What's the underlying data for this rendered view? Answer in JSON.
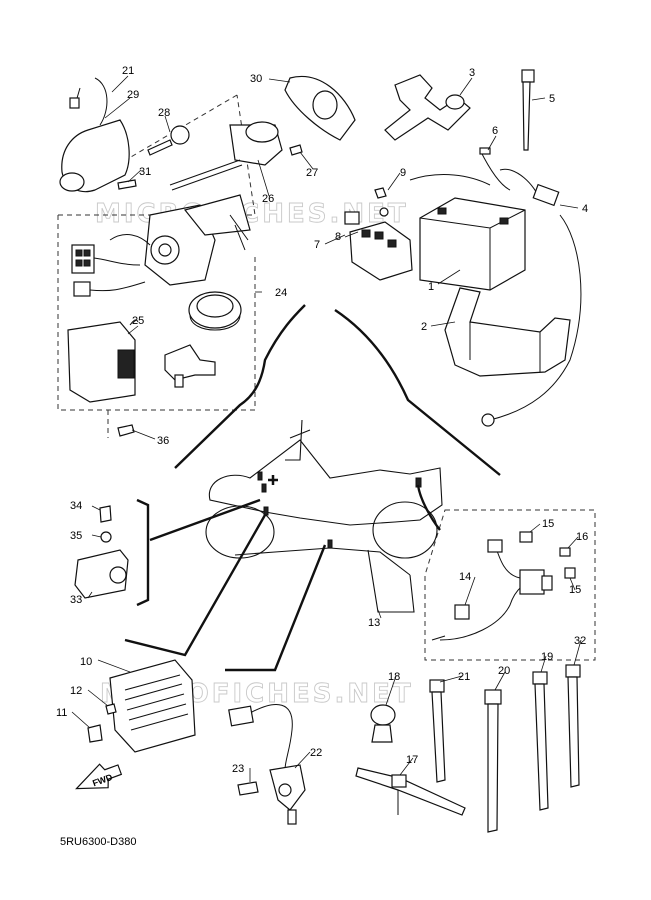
{
  "callouts": {
    "c1": "1",
    "c2": "2",
    "c3": "3",
    "c4": "4",
    "c5": "5",
    "c6": "6",
    "c7": "7",
    "c8": "8",
    "c9": "9",
    "c10": "10",
    "c11": "11",
    "c12": "12",
    "c13": "13",
    "c14": "14",
    "c15a": "15",
    "c15b": "15",
    "c16": "16",
    "c17": "17",
    "c18": "18",
    "c19": "19",
    "c20": "20",
    "c21a": "21",
    "c21b": "21",
    "c22": "22",
    "c23": "23",
    "c24": "24",
    "c25": "25",
    "c26": "26",
    "c27": "27",
    "c28": "28",
    "c29": "29",
    "c30": "30",
    "c31": "31",
    "c32": "32",
    "c33": "33",
    "c34": "34",
    "c35": "35",
    "c36": "36"
  },
  "direction_label": "FWD",
  "diagram_code": "5RU6300-D380",
  "watermark": "MICROFICHES.NET"
}
